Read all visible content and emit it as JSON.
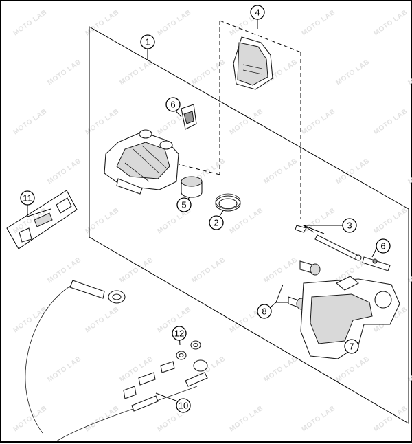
{
  "watermark": "MOTO LAB",
  "callouts": [
    "1",
    "2",
    "3",
    "4",
    "5",
    "6",
    "6",
    "7",
    "8",
    "10",
    "11",
    "12"
  ]
}
